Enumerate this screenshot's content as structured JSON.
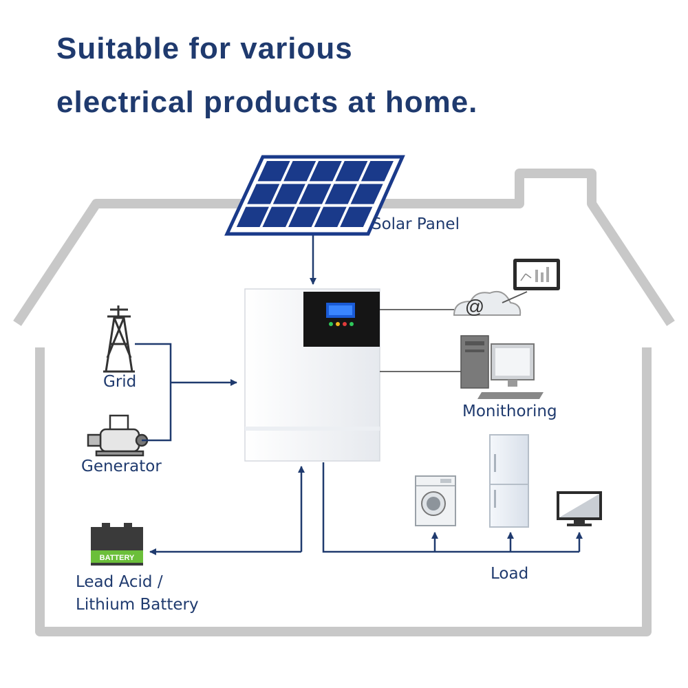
{
  "headline": {
    "line1": "Suitable for various",
    "line2": "electrical products at home."
  },
  "labels": {
    "solar_panel": "Solar Panel",
    "grid": "Grid",
    "generator": "Generator",
    "monitoring": "Monithoring",
    "load": "Load",
    "battery_line1": "Lead Acid /",
    "battery_line2": "Lithium Battery",
    "battery_text": "BATTERY",
    "cloud_text": "@"
  },
  "colors": {
    "headline": "#1f3a6e",
    "label": "#1f3a6e",
    "arrow": "#1f3a6e",
    "house_outline": "#c8c8c8",
    "solar_cell": "#1a3a8a",
    "battery_band": "#6bbf3a"
  },
  "icons": [
    "solar-panel-icon",
    "inverter-icon",
    "grid-tower-icon",
    "generator-icon",
    "cloud-icon",
    "tablet-icon",
    "computer-icon",
    "washing-machine-icon",
    "refrigerator-icon",
    "tv-icon",
    "battery-icon"
  ]
}
